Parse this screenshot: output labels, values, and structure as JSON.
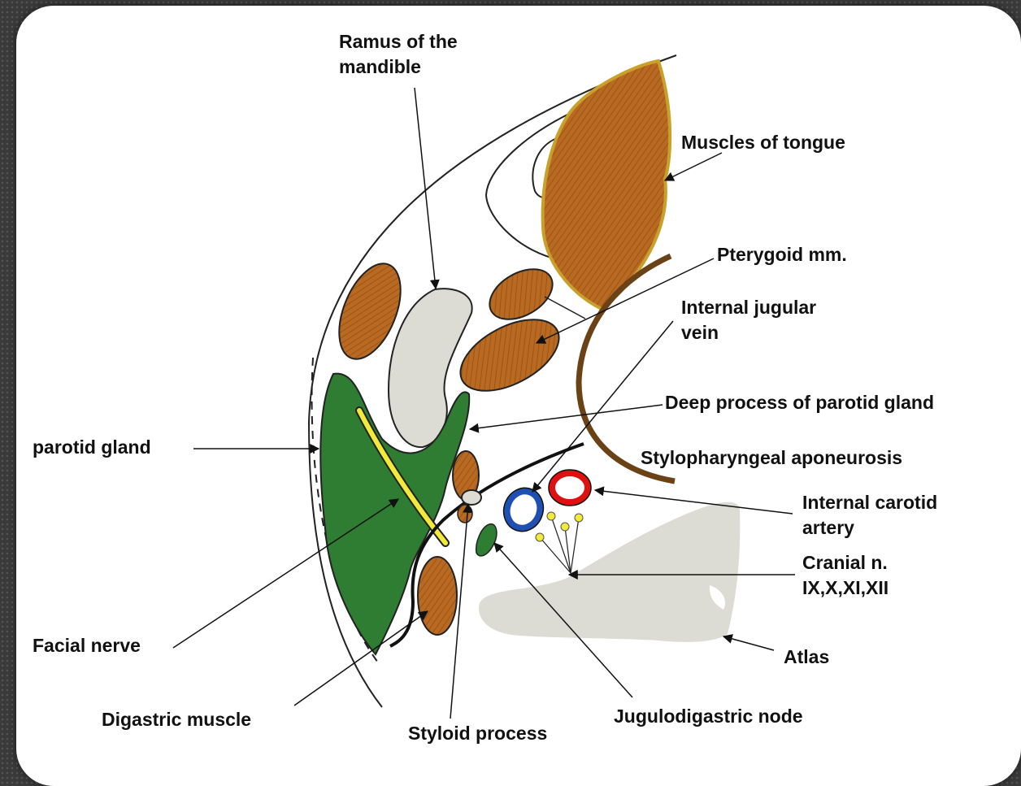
{
  "labels": {
    "ramus": "Ramus of the\nmandible",
    "tongue": "Muscles of tongue",
    "pterygoid": "Pterygoid mm.",
    "ijv": "Internal jugular\nvein",
    "deep_process": "Deep process of parotid gland",
    "parotid": "parotid gland",
    "stylopharyngeal": "Stylopharyngeal aponeurosis",
    "ica": "Internal carotid\nartery",
    "cranial": "Cranial n.\nIX,X,XI,XII",
    "facial": "Facial nerve",
    "atlas": "Atlas",
    "digastric": "Digastric muscle",
    "styloid": "Styloid process",
    "jugulodigastric": "Jugulodigastric node"
  },
  "colors": {
    "muscle": "#b5651d",
    "bone": "#dcdcd4",
    "gland": "#2e7d32",
    "nerve": "#f2ea3a",
    "artery": "#e01010",
    "vein": "#1e50b4",
    "fascia": "#5c3a12",
    "background": "#ffffff",
    "frame": "#3a3a3a"
  }
}
